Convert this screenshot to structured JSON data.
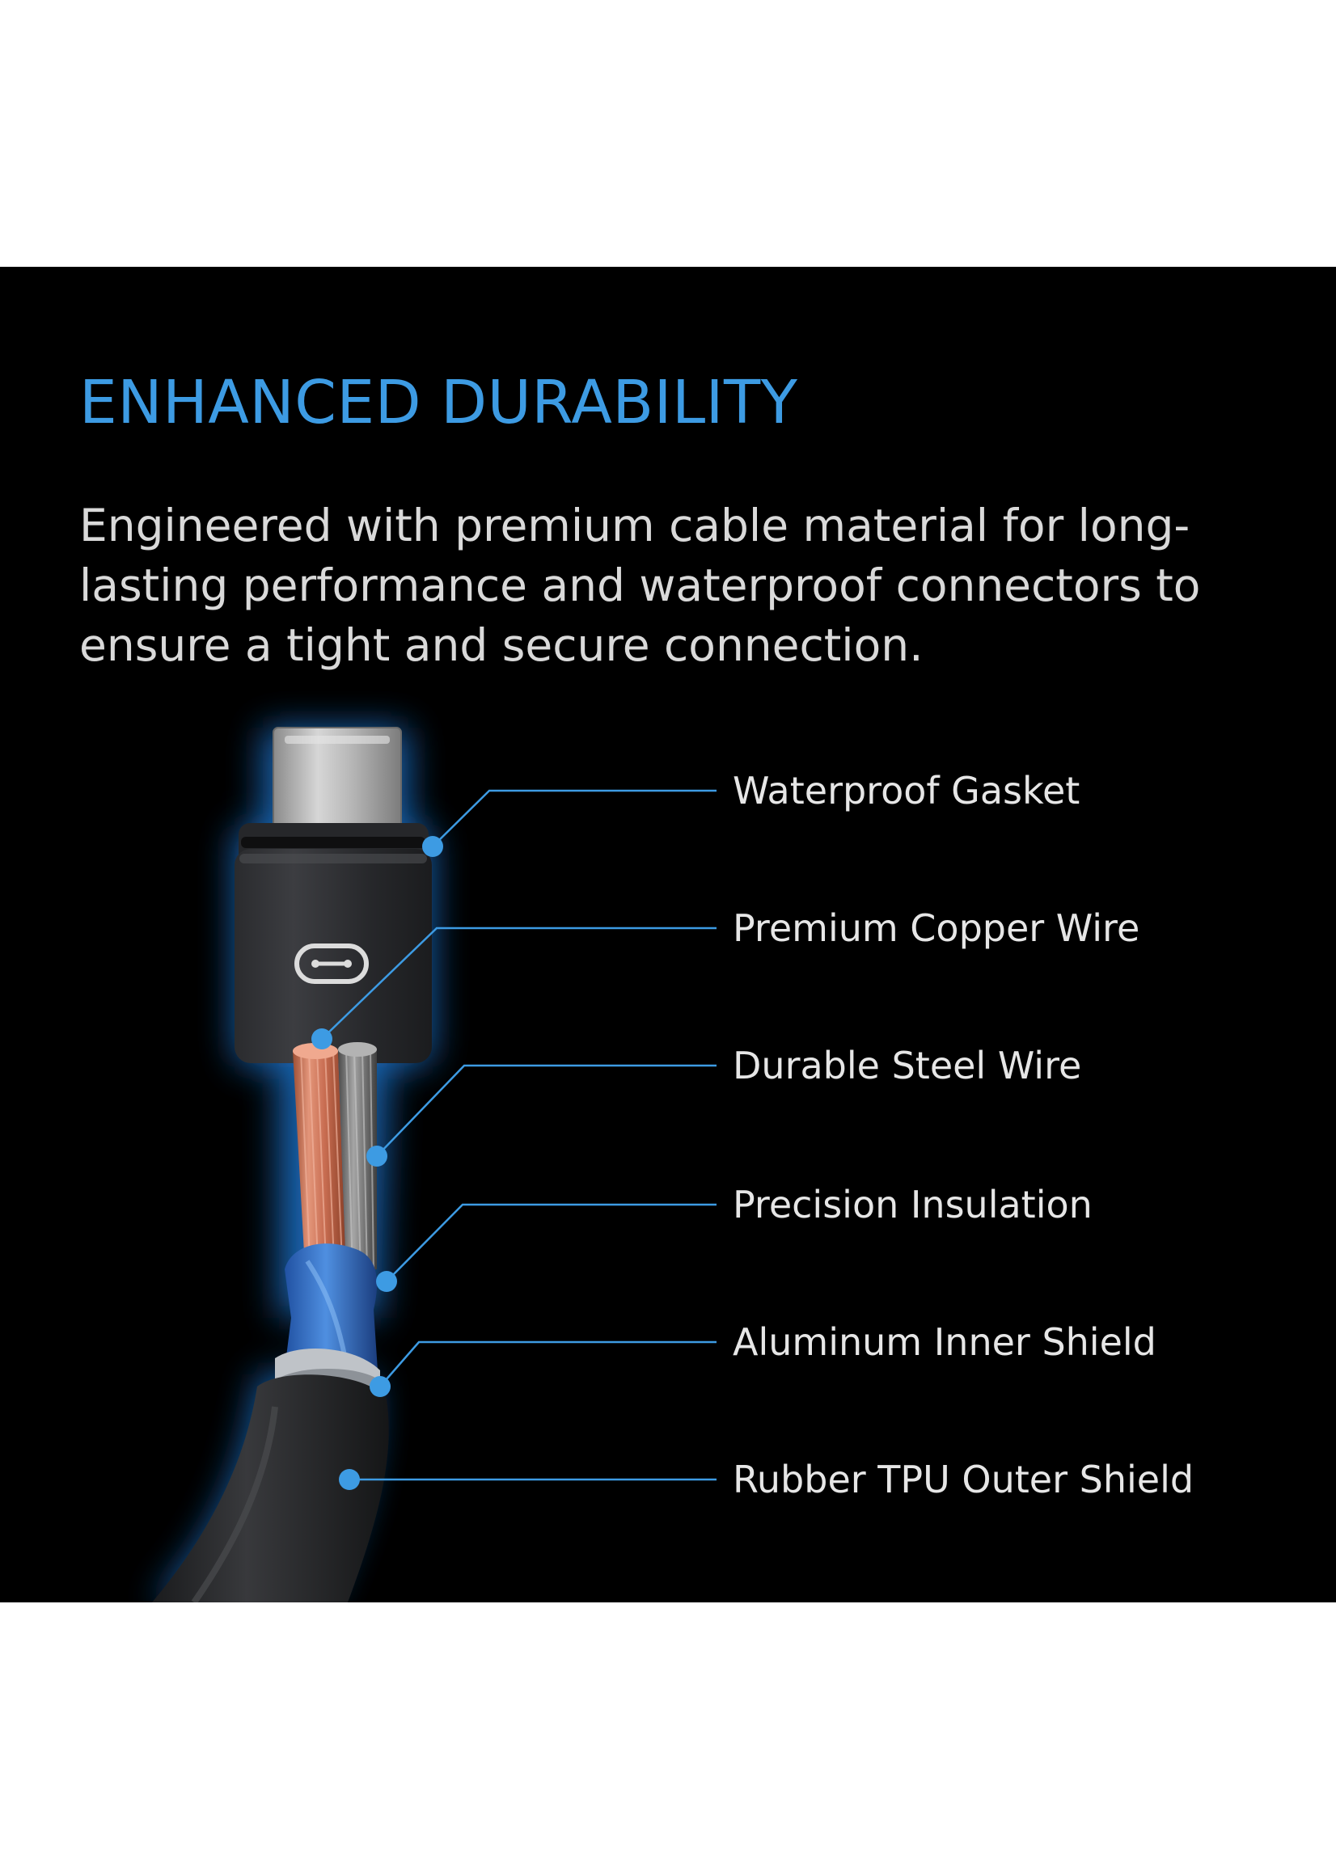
{
  "headline": "ENHANCED DURABILITY",
  "description": "Engineered with premium cable material for long-lasting performance and waterproof connectors to ensure a tight and secure connection.",
  "callouts": [
    {
      "label": "Waterproof Gasket"
    },
    {
      "label": "Premium Copper Wire"
    },
    {
      "label": "Durable Steel Wire"
    },
    {
      "label": "Precision Insulation"
    },
    {
      "label": "Aluminum Inner Shield"
    },
    {
      "label": "Rubber TPU Outer Shield"
    }
  ],
  "colors": {
    "accent": "#3d9be3",
    "panel_background": "#000000",
    "page_background": "#ffffff",
    "callout_dot": "#3d9be3"
  },
  "icons": {
    "connector_icon": "usb-c-connector-icon"
  }
}
